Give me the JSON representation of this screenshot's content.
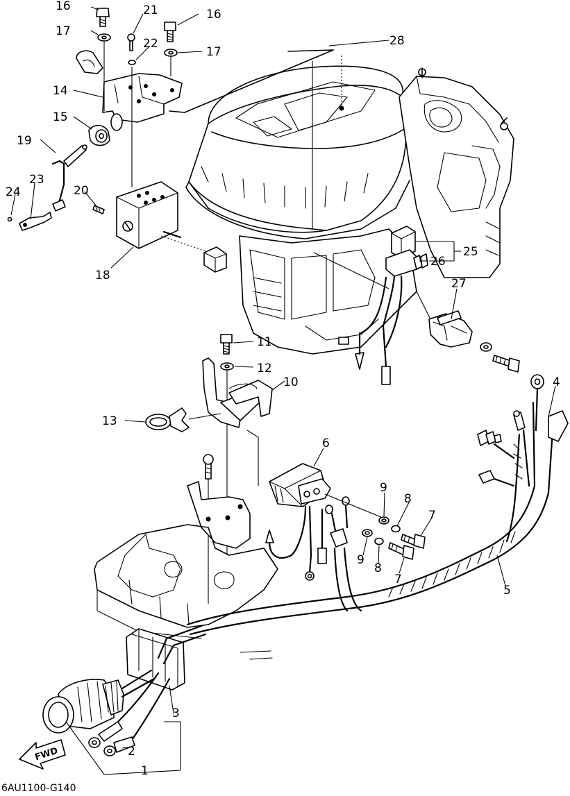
{
  "diagram": {
    "code": "6AU1100-G140",
    "fwd_label": "FWD",
    "callouts": [
      {
        "id": "c16a",
        "label": "16"
      },
      {
        "id": "c21",
        "label": "21"
      },
      {
        "id": "c16b",
        "label": "16"
      },
      {
        "id": "c17a",
        "label": "17"
      },
      {
        "id": "c22",
        "label": "22"
      },
      {
        "id": "c17b",
        "label": "17"
      },
      {
        "id": "c28",
        "label": "28"
      },
      {
        "id": "c14",
        "label": "14"
      },
      {
        "id": "c15",
        "label": "15"
      },
      {
        "id": "c19",
        "label": "19"
      },
      {
        "id": "c23",
        "label": "23"
      },
      {
        "id": "c24",
        "label": "24"
      },
      {
        "id": "c20",
        "label": "20"
      },
      {
        "id": "c18",
        "label": "18"
      },
      {
        "id": "c25",
        "label": "25"
      },
      {
        "id": "c26",
        "label": "26"
      },
      {
        "id": "c27",
        "label": "27"
      },
      {
        "id": "c11",
        "label": "11"
      },
      {
        "id": "c12",
        "label": "12"
      },
      {
        "id": "c10",
        "label": "10"
      },
      {
        "id": "c13",
        "label": "13"
      },
      {
        "id": "c4",
        "label": "4"
      },
      {
        "id": "c6",
        "label": "6"
      },
      {
        "id": "c9a",
        "label": "9"
      },
      {
        "id": "c8a",
        "label": "8"
      },
      {
        "id": "c7a",
        "label": "7"
      },
      {
        "id": "c9b",
        "label": "9"
      },
      {
        "id": "c8b",
        "label": "8"
      },
      {
        "id": "c7b",
        "label": "7"
      },
      {
        "id": "c5",
        "label": "5"
      },
      {
        "id": "c3",
        "label": "3"
      },
      {
        "id": "c2",
        "label": "2"
      },
      {
        "id": "c1",
        "label": "1"
      }
    ]
  }
}
